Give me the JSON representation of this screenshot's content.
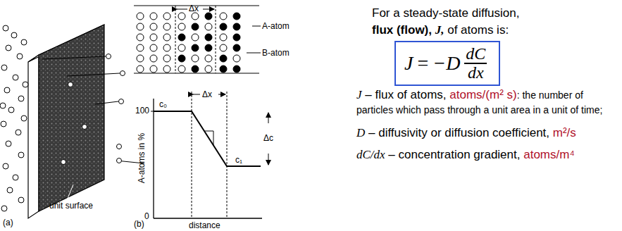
{
  "diagram": {
    "nodes": [
      {
        "text": [
          "J",
          "=",
          "−D",
          "dC",
          "dx"
        ]
      }
    ],
    "labels": [
      "(a)",
      "unit surface",
      "Δx",
      "A-atom",
      "B-atom",
      "100",
      "0",
      "c₀",
      "Δx",
      "c₁",
      "Δc",
      "A-atoms in %",
      "distance",
      "(b)",
      "For a steady-state diffusion,",
      "flux (flow),",
      "J,",
      "of atoms is:",
      "J",
      "– flux of atoms,",
      "atoms/(m² s)",
      ": the number of particles which pass through a unit area in a unit of time;",
      "D",
      "– diffusivity or diffusion coefficient,",
      "m²/s",
      "dC/dx",
      "– concentration gradient,",
      "atoms/m⁴"
    ]
  }
}
